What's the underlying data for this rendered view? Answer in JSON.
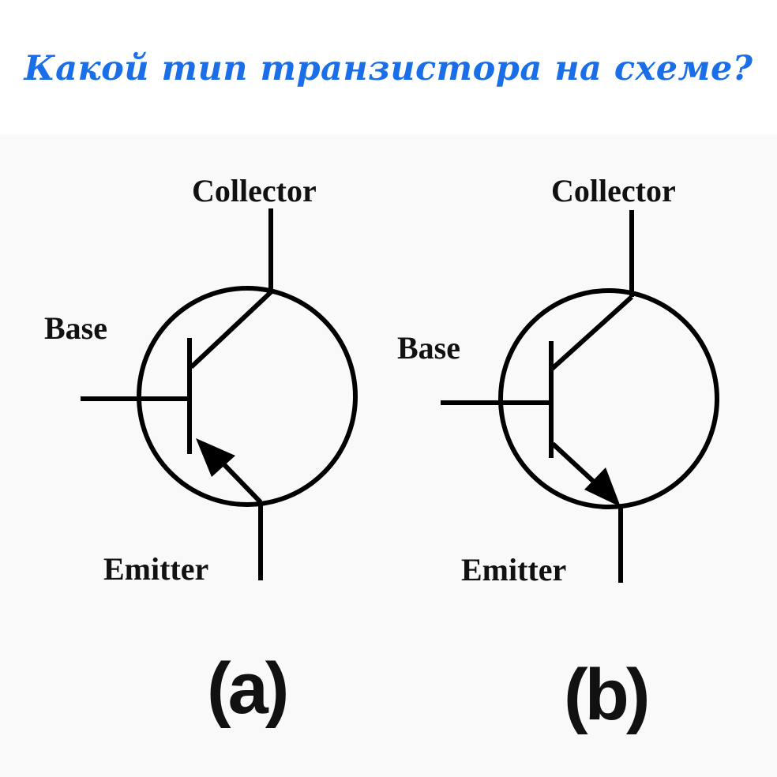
{
  "title": "Какой тип транзистора на схеме?",
  "colors": {
    "title": "#1a6fe8",
    "stroke": "#000000",
    "background": "#ffffff"
  },
  "diagrams": [
    {
      "id": "a",
      "caption": "(a)",
      "type_depicted": "PNP (arrow points toward base)",
      "labels": {
        "collector": "Collector",
        "base": "Base",
        "emitter": "Emitter"
      }
    },
    {
      "id": "b",
      "caption": "(b)",
      "type_depicted": "NPN (arrow points away from base)",
      "labels": {
        "collector": "Collector",
        "base": "Base",
        "emitter": "Emitter"
      }
    }
  ]
}
